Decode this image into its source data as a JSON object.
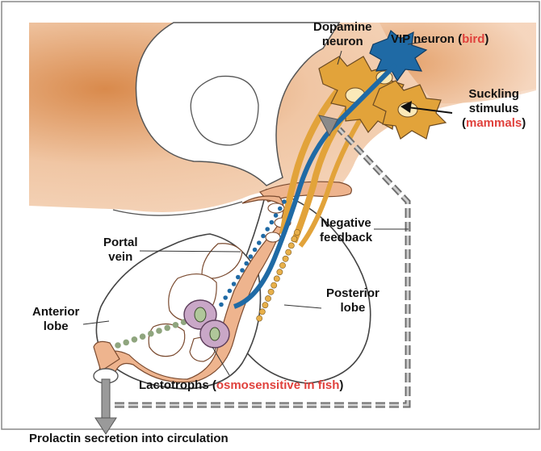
{
  "labels": {
    "dopamine_neuron": [
      "Dopamine",
      "neuron"
    ],
    "vip_neuron": {
      "prefix": "VIP neuron (",
      "highlight": "bird",
      "suffix": ")"
    },
    "suckling_stimulus": {
      "line1": "Suckling",
      "line2": "stimulus",
      "prefix": "(",
      "highlight": "mammals",
      "suffix": ")"
    },
    "negative_feedback": [
      "Negative",
      "feedback"
    ],
    "portal_vein": [
      "Portal",
      "vein"
    ],
    "posterior_lobe": [
      "Posterior",
      "lobe"
    ],
    "anterior_lobe": [
      "Anterior",
      "lobe"
    ],
    "lactotrophs": {
      "prefix": "Lactotrophs (",
      "highlight": "osmosensitive in fish",
      "suffix": ")"
    },
    "prolactin_secretion": "Prolactin secretion into circulation"
  },
  "colors": {
    "brain_tissue": "#e8b48a",
    "dopamine_fill": "#e2a33a",
    "vip_fill": "#1f6aa5",
    "portal_vessel": "#e7a37a",
    "lactotroph_fill": "#c9a7c7",
    "green_dots": "#8fa57e",
    "feedback_arrow": "#777777",
    "highlight_text": "#e0413c"
  }
}
